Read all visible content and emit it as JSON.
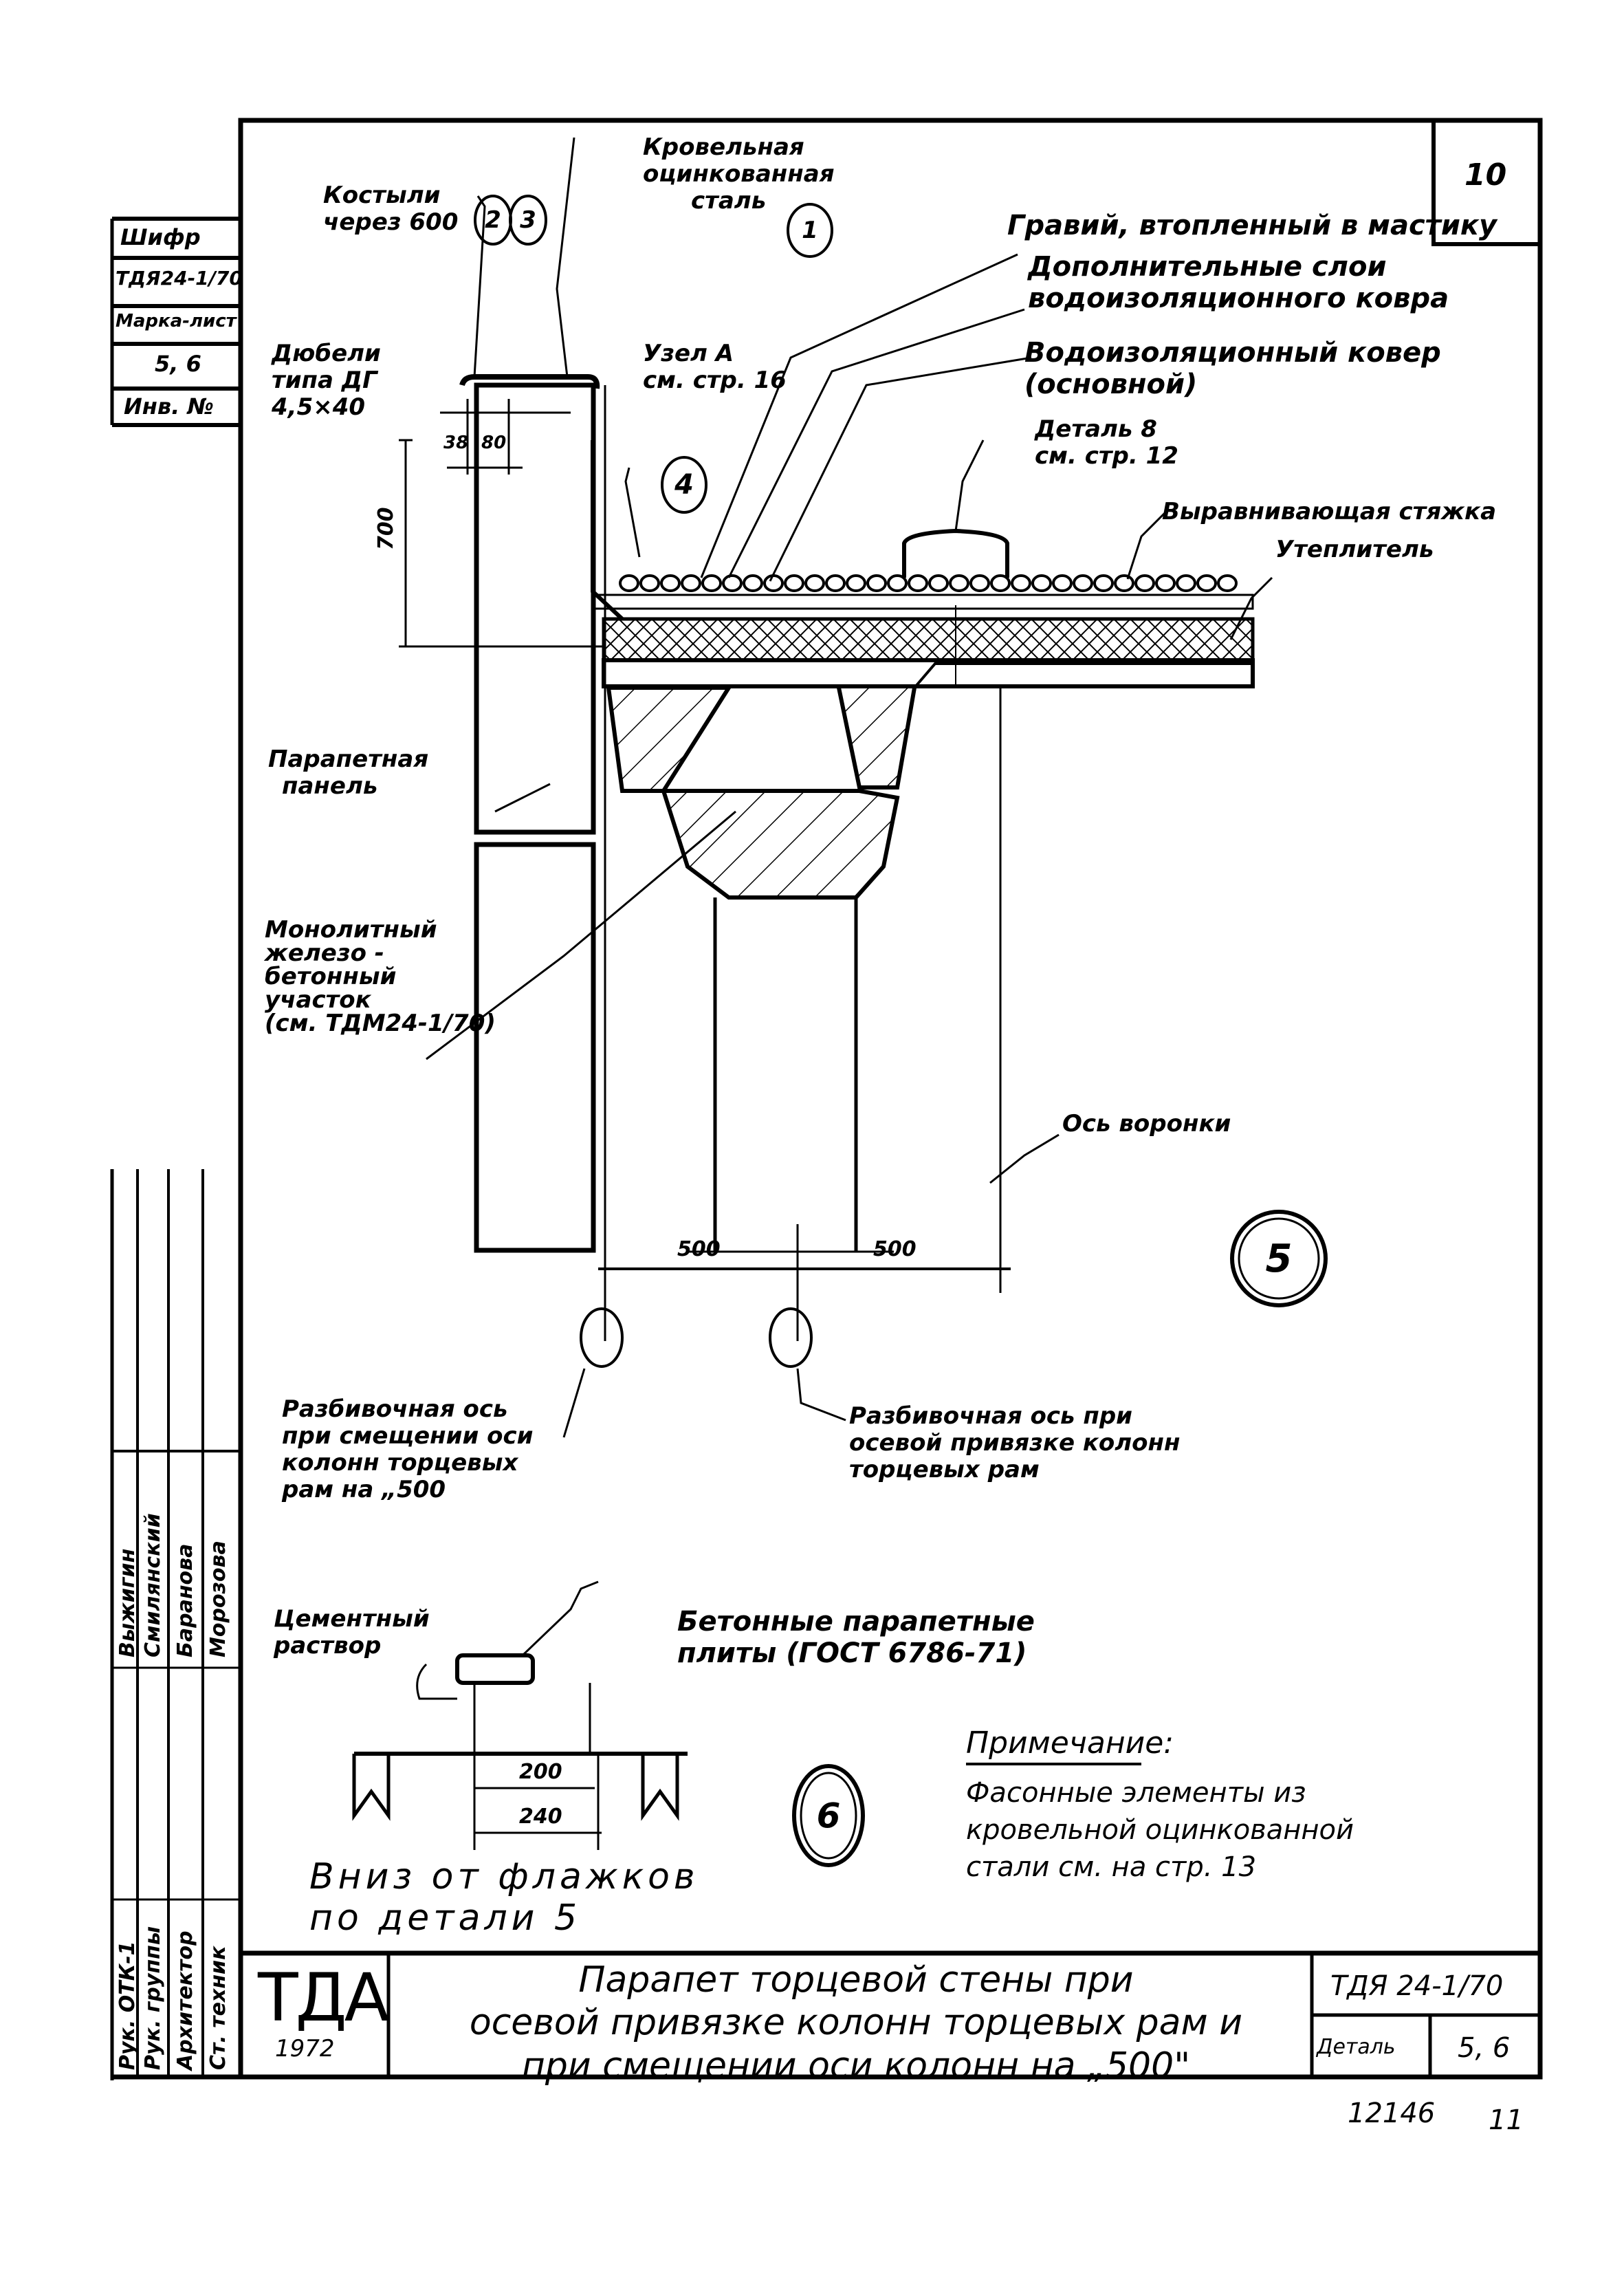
{
  "sheet": {
    "page_number": "10",
    "footer_code": "12146",
    "footer_page": "11"
  },
  "side_stamp": {
    "cipher_label": "Шифр",
    "cipher_value": "ТДЯ24-1/70",
    "mark_sheet_label": "Марка-лист",
    "mark_sheet_value": "5, 6",
    "inv_label": "Инв. №"
  },
  "signatures": {
    "roles": [
      "Рук. ОТК-1",
      "Рук. группы",
      "Архитектор",
      "Ст. техник"
    ],
    "names": [
      "Выжигин",
      "Смилянский",
      "Баранова",
      "Морозова"
    ]
  },
  "detail5": {
    "callouts": {
      "kostyli_line1": "Костыли",
      "kostyli_line2": "через 600",
      "bubble_2": "2",
      "bubble_3": "3",
      "roof_steel_line1": "Кровельная",
      "roof_steel_line2": "оцинкованная",
      "roof_steel_line3": "сталь",
      "bubble_1": "1",
      "gravel": "Гравий, втопленный в мастику",
      "extra_layers_line1": "Дополнительные слои",
      "extra_layers_line2": "водоизоляционного ковра",
      "main_carpet_line1": "Водоизоляционный ковер",
      "main_carpet_line2": "(основной)",
      "dowels_line1": "Дюбели",
      "dowels_line2": "типа ДГ",
      "dowels_line3": "4,5×40",
      "node_a_line1": "Узел А",
      "node_a_line2": "см. стр. 16",
      "bubble_4": "4",
      "detail8_line1": "Деталь 8",
      "detail8_line2": "см. стр. 12",
      "screed": "Выравнивающая стяжка",
      "insulation": "Утеплитель",
      "parapet_panel_line1": "Парапетная",
      "parapet_panel_line2": "панель",
      "monolith_line1": "Монолитный",
      "monolith_line2": "железо -",
      "monolith_line3": "бетонный",
      "monolith_line4": "участок",
      "monolith_line5": "(см. ТДМ24-1/70)",
      "funnel_axis": "Ось воронки"
    },
    "dimensions": {
      "top_a": "38",
      "top_b": "80",
      "height": "700",
      "left_span": "500",
      "right_span": "500"
    },
    "axis_notes": {
      "left_line1": "Разбивочная ось",
      "left_line2": "при смещении оси",
      "left_line3": "колонн торцевых",
      "left_line4": "рам на „500",
      "right_line1": "Разбивочная ось при",
      "right_line2": "осевой привязке колонн",
      "right_line3": "торцевых рам"
    },
    "detail_number": "5"
  },
  "detail6": {
    "mortar_line1": "Цементный",
    "mortar_line2": "раствор",
    "slabs_line1": "Бетонные парапетные",
    "slabs_line2": "плиты (ГОСТ 6786-71)",
    "dim_inner": "200",
    "dim_outer": "240",
    "caption_line1": "Вниз от флажков",
    "caption_line2": "по детали 5",
    "detail_number": "6"
  },
  "note": {
    "title": "Примечание:",
    "line1": "Фасонные элементы из",
    "line2": "кровельной оцинкованной",
    "line3": "стали см. на стр. 13"
  },
  "title_block": {
    "org": "ТДА",
    "year": "1972",
    "title_line1": "Парапет торцевой стены при",
    "title_line2": "осевой привязке колонн торцевых рам и",
    "title_line3": "при смещении оси колонн на „500\"",
    "code": "ТДЯ 24-1/70",
    "detail_label": "Деталь",
    "detail_value": "5, 6"
  }
}
